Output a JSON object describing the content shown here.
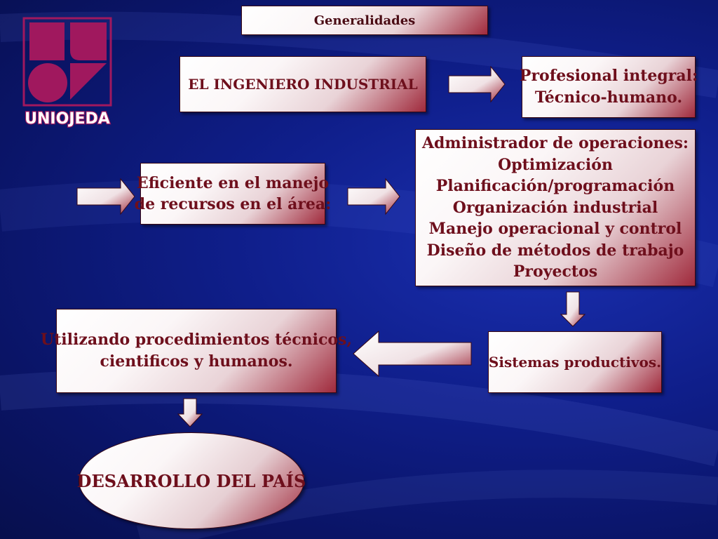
{
  "logo": {
    "text": "UNIOJEDA",
    "color": "#a0185e"
  },
  "boxes": {
    "generalidades": "Generalidades",
    "ingeniero": "EL INGENIERO INDUSTRIAL",
    "profesional": [
      "Profesional integral:",
      "Técnico-humano."
    ],
    "eficiente": [
      "Eficiente en el manejo",
      "de recursos en el área:"
    ],
    "administrador": [
      "Administrador de operaciones:",
      "Optimización",
      "Planificación/programación",
      "Organización industrial",
      "Manejo operacional y control",
      "Diseño de métodos de trabajo",
      "Proyectos"
    ],
    "utilizando": [
      "Utilizando procedimientos técnicos,",
      "cientificos y humanos."
    ],
    "sistemas": "Sistemas productivos.",
    "desarrollo": "DESARROLLO DEL PAÍS"
  }
}
